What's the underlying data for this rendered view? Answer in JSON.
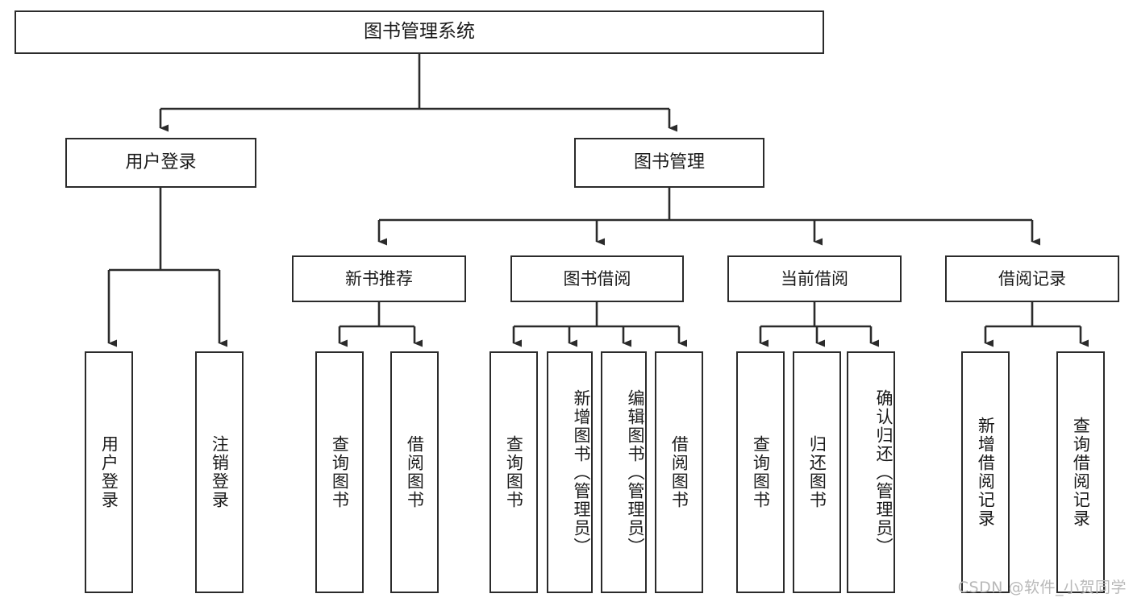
{
  "diagram": {
    "title": "图书管理系统",
    "watermark": "CSDN @软件_小贺同学",
    "stroke_color": "#2b2b2b",
    "background_color": "#ffffff",
    "text_color": "#1a1a1a",
    "watermark_color": "#b9b9b9"
  },
  "nodes": {
    "root": {
      "label": "图书管理系统"
    },
    "level2": [
      {
        "label": "用户登录"
      },
      {
        "label": "图书管理"
      }
    ],
    "level3": [
      {
        "label": "新书推荐"
      },
      {
        "label": "图书借阅"
      },
      {
        "label": "当前借阅"
      },
      {
        "label": "借阅记录"
      }
    ],
    "leaves": {
      "user_login": [
        {
          "label": "用户登录"
        },
        {
          "label": "注销登录"
        }
      ],
      "new_book_recommend": [
        {
          "label": "查询图书"
        },
        {
          "label": "借阅图书"
        }
      ],
      "book_borrow": [
        {
          "label": "查询图书"
        },
        {
          "label": "新增图书（管理员）"
        },
        {
          "label": "编辑图书（管理员）"
        },
        {
          "label": "借阅图书"
        }
      ],
      "current_borrow": [
        {
          "label": "查询图书"
        },
        {
          "label": "归还图书"
        },
        {
          "label": "确认归还（管理员）"
        }
      ],
      "borrow_record": [
        {
          "label": "新增借阅记录"
        },
        {
          "label": "查询借阅记录"
        }
      ]
    }
  },
  "chart_data": {
    "type": "tree-diagram",
    "title": "图书管理系统",
    "orientation": "top-down",
    "tree": {
      "name": "图书管理系统",
      "children": [
        {
          "name": "用户登录",
          "children": [
            {
              "name": "用户登录"
            },
            {
              "name": "注销登录"
            }
          ]
        },
        {
          "name": "图书管理",
          "children": [
            {
              "name": "新书推荐",
              "children": [
                {
                  "name": "查询图书"
                },
                {
                  "name": "借阅图书"
                }
              ]
            },
            {
              "name": "图书借阅",
              "children": [
                {
                  "name": "查询图书"
                },
                {
                  "name": "新增图书（管理员）"
                },
                {
                  "name": "编辑图书（管理员）"
                },
                {
                  "name": "借阅图书"
                }
              ]
            },
            {
              "name": "当前借阅",
              "children": [
                {
                  "name": "查询图书"
                },
                {
                  "name": "归还图书"
                },
                {
                  "name": "确认归还（管理员）"
                }
              ]
            },
            {
              "name": "借阅记录",
              "children": [
                {
                  "name": "新增借阅记录"
                },
                {
                  "name": "查询借阅记录"
                }
              ]
            }
          ]
        }
      ]
    }
  }
}
